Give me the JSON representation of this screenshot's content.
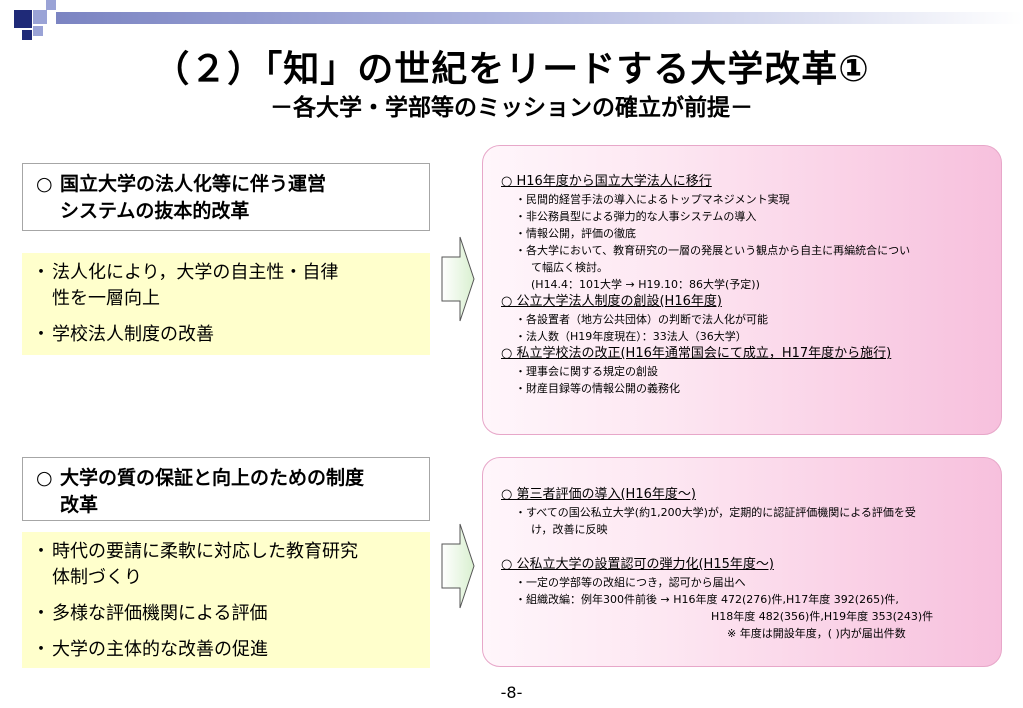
{
  "colors": {
    "navy": "#1f2a78",
    "lavender": "#9aa3d6",
    "yellow_box": "#ffffcc",
    "pink_box": "#f7c0dd",
    "border_gray": "#a6a6a6"
  },
  "slide": {
    "title": "（２）「知」の世紀をリードする大学改革①",
    "subtitle": "－各大学・学部等のミッションの確立が前提－",
    "page_number": "-8-"
  },
  "section1": {
    "heading_mark": "○",
    "heading_line1": "国立大学の法人化等に伴う運営",
    "heading_line2": "システムの抜本的改革",
    "bullets": [
      {
        "mark": "・",
        "line1": "法人化により，大学の自主性・自律",
        "line2": "性を一層向上"
      },
      {
        "mark": "・",
        "line1": "学校法人制度の改善"
      }
    ],
    "arrow_icon": "right-arrow-icon",
    "detail": {
      "groups": [
        {
          "head": "○  H16年度から国立大学法人に移行",
          "lines": [
            "・民間的経営手法の導入によるトップマネジメント実現",
            "・非公務員型による弾力的な人事システムの導入",
            "・情報公開，評価の徹底",
            "・各大学において、教育研究の一層の発展という観点から自主に再編統合につい",
            "て幅広く検討。",
            "(H14.4：101大学 → H19.10：86大学(予定))"
          ]
        },
        {
          "head": "○  公立大学法人制度の創設(H16年度)",
          "lines": [
            "・各設置者（地方公共団体）の判断で法人化が可能",
            "・法人数（H19年度現在）：33法人（36大学）"
          ]
        },
        {
          "head": "○  私立学校法の改正(H16年通常国会にて成立，H17年度から施行)",
          "lines": [
            "・理事会に関する規定の創設",
            "・財産目録等の情報公開の義務化"
          ]
        }
      ]
    }
  },
  "section2": {
    "heading_mark": "○",
    "heading_line1": "大学の質の保証と向上のための制度",
    "heading_line2": "改革",
    "bullets": [
      {
        "mark": "・",
        "line1": "時代の要請に柔軟に対応した教育研究",
        "line2": "体制づくり"
      },
      {
        "mark": "・",
        "line1": "多様な評価機関による評価"
      },
      {
        "mark": "・",
        "line1": "大学の主体的な改善の促進"
      }
    ],
    "arrow_icon": "right-arrow-icon",
    "detail": {
      "group1_head": "○  第三者評価の導入(H16年度～)",
      "group1_line1": "・すべての国公私立大学(約1,200大学)が，定期的に認証評価機関による評価を受",
      "group1_line2": "け，改善に反映",
      "group2_head": "○  公私立大学の設置認可の弾力化(H15年度～)",
      "group2_line1": "・一定の学部等の改組につき，認可から届出へ",
      "group2_line2": "・組織改編：例年300件前後    →    H16年度 472(276)件,H17年度 392(265)件,",
      "group2_line3": "H18年度 482(356)件,H19年度 353(243)件",
      "group2_note": "※ 年度は開設年度，( )内が届出件数"
    }
  }
}
